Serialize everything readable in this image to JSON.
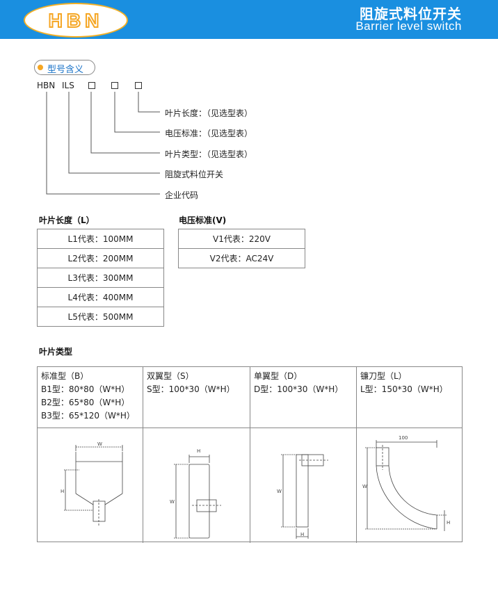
{
  "header": {
    "logo_text": "HBN",
    "title": "阻旋式料位开关",
    "subtitle": "Barrier level switch"
  },
  "model": {
    "section_title": "型号含义",
    "code_parts": [
      "HBN",
      "ILS"
    ],
    "labels": [
      "叶片长度：（见选型表）",
      "电压标准：（见选型表）",
      "叶片类型：（见选型表）",
      "阻旋式料位开关",
      "企业代码"
    ]
  },
  "length_table": {
    "title": "叶片长度（L）",
    "rows": [
      "L1代表：100MM",
      "L2代表：200MM",
      "L3代表：300MM",
      "L4代表：400MM",
      "L5代表：500MM"
    ]
  },
  "voltage_table": {
    "title": "电压标准(V)",
    "rows": [
      "V1代表：220V",
      "V2代表：AC24V"
    ]
  },
  "blade_types": {
    "title": "叶片类型",
    "columns": [
      {
        "name": "标准型（B）",
        "lines": [
          "B1型：80*80（W*H）",
          "B2型：65*80（W*H）",
          "B3型：65*120（W*H）"
        ]
      },
      {
        "name": "双翼型（S）",
        "lines": [
          "S型：100*30（W*H）"
        ]
      },
      {
        "name": "单翼型（D）",
        "lines": [
          "D型：100*30（W*H）"
        ]
      },
      {
        "name": "镰刀型（L）",
        "lines": [
          "L型：150*30（W*H）"
        ]
      }
    ],
    "dim_labels": {
      "w": "W",
      "h": "H",
      "l_width": "100"
    }
  },
  "colors": {
    "header_bg": "#1a8fe0",
    "accent": "#f5a623",
    "logo_text": "#f5a623"
  }
}
